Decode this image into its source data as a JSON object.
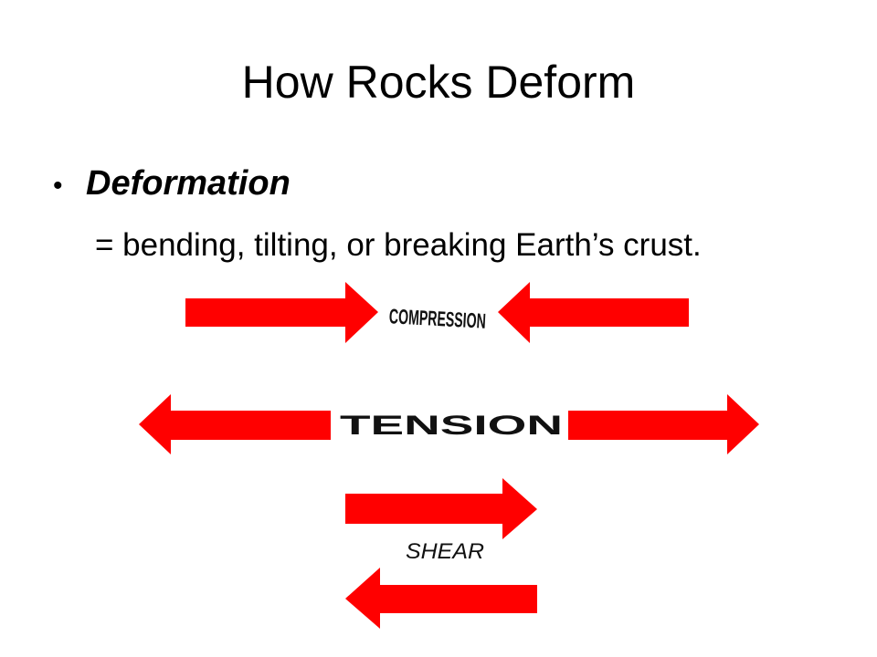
{
  "slide": {
    "title": "How Rocks Deform",
    "bullet_term": "Deformation",
    "definition": "= bending, tilting, or breaking Earth’s crust."
  },
  "diagram": {
    "arrow_color": "#ff0000",
    "compression_label": "COMPRESSION",
    "tension_label": "TENSION",
    "shear_label": "SHEAR",
    "arrows": [
      "arrow-right-icon",
      "arrow-left-icon"
    ]
  }
}
